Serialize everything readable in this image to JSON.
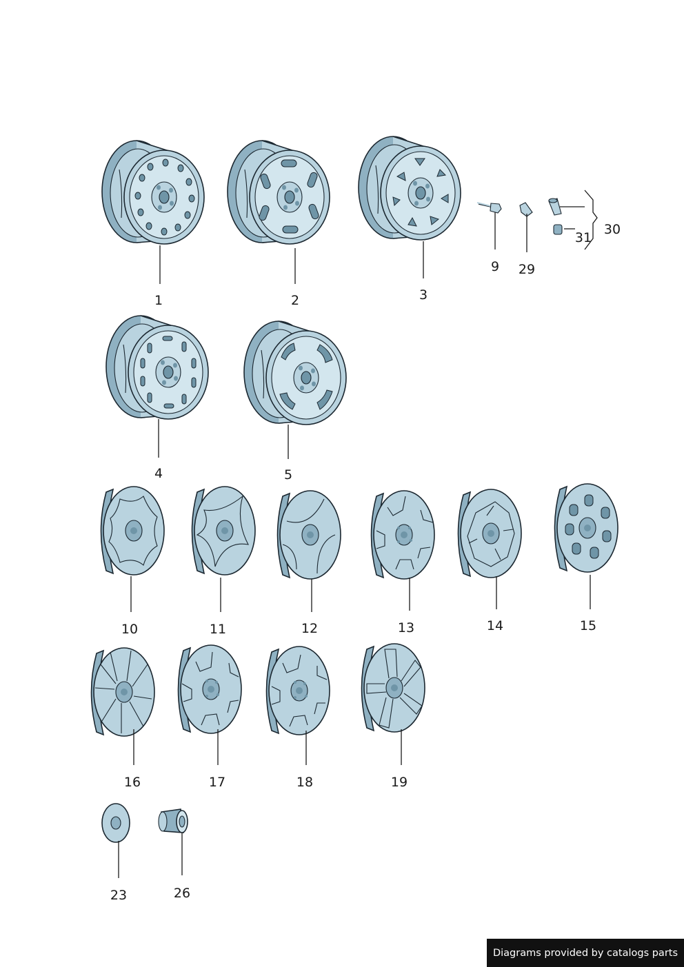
{
  "callouts": {
    "p1": "1",
    "p2": "2",
    "p3": "3",
    "p4": "4",
    "p5": "5",
    "p9": "9",
    "p29": "29",
    "p30": "30",
    "p31": "31",
    "p10": "10",
    "p11": "11",
    "p12": "12",
    "p13": "13",
    "p14": "14",
    "p15": "15",
    "p16": "16",
    "p17": "17",
    "p18": "18",
    "p19": "19",
    "p23": "23",
    "p26": "26"
  },
  "footer": {
    "text": "Diagrams provided by catalogs parts"
  },
  "colors": {
    "metal": "#b9d3df",
    "outline": "#1b2730",
    "footer_bg": "#111111"
  }
}
